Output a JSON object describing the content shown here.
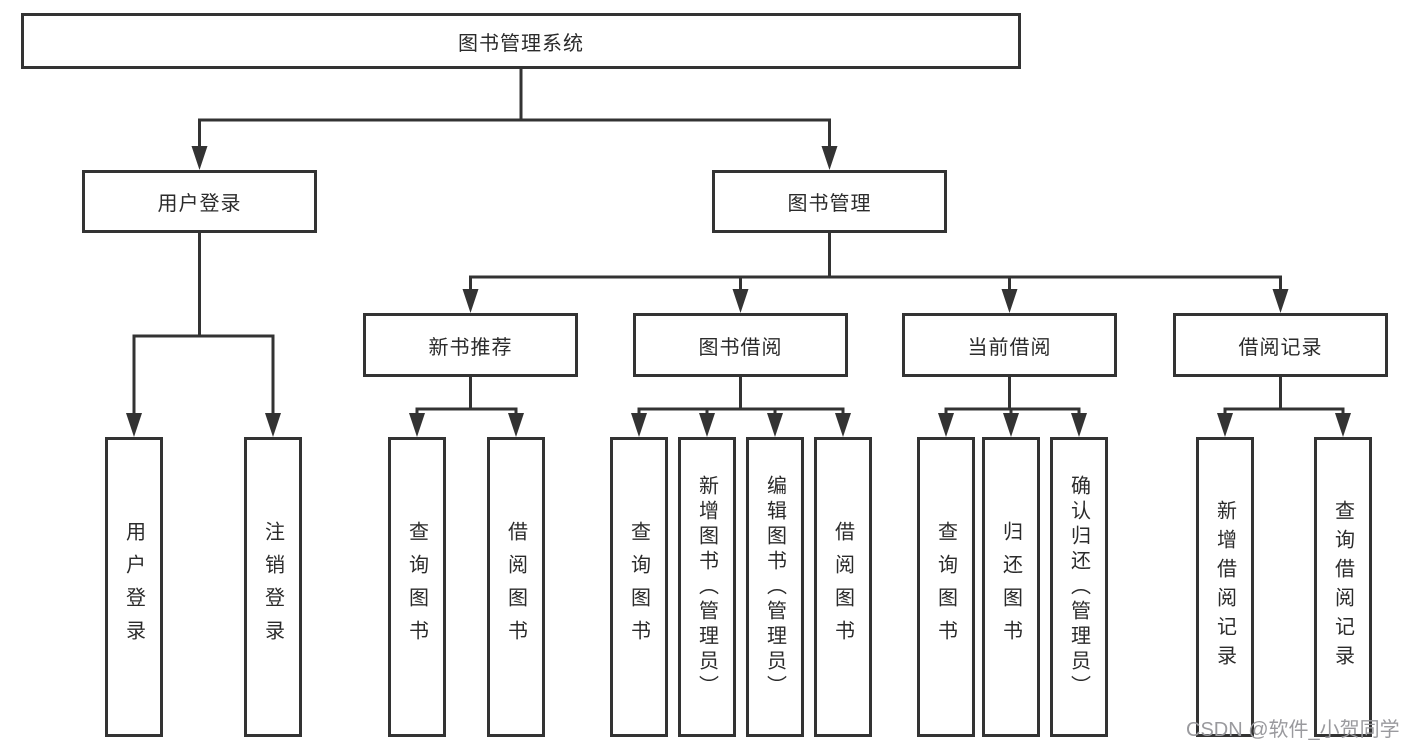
{
  "diagram": {
    "root": {
      "label": "图书管理系统"
    },
    "branches": [
      {
        "label": "用户登录",
        "children": [
          {
            "label": "用户登录"
          },
          {
            "label": "注销登录"
          }
        ]
      },
      {
        "label": "图书管理",
        "children": [
          {
            "label": "新书推荐",
            "children": [
              {
                "label": "查询图书"
              },
              {
                "label": "借阅图书"
              }
            ]
          },
          {
            "label": "图书借阅",
            "children": [
              {
                "label": "查询图书"
              },
              {
                "label": "新增图书（管理员）"
              },
              {
                "label": "编辑图书（管理员）"
              },
              {
                "label": "借阅图书"
              }
            ]
          },
          {
            "label": "当前借阅",
            "children": [
              {
                "label": "查询图书"
              },
              {
                "label": "归还图书"
              },
              {
                "label": "确认归还（管理员）"
              }
            ]
          },
          {
            "label": "借阅记录",
            "children": [
              {
                "label": "新增借阅记录"
              },
              {
                "label": "查询借阅记录"
              }
            ]
          }
        ]
      }
    ]
  },
  "watermark": {
    "text": "CSDN @软件_小贺同学"
  },
  "colors": {
    "line": "#333333",
    "box_border": "#333333",
    "box_fill": "#ffffff",
    "text": "#2b2b2b",
    "watermark": "#9a9a9e",
    "background": "#ffffff"
  }
}
